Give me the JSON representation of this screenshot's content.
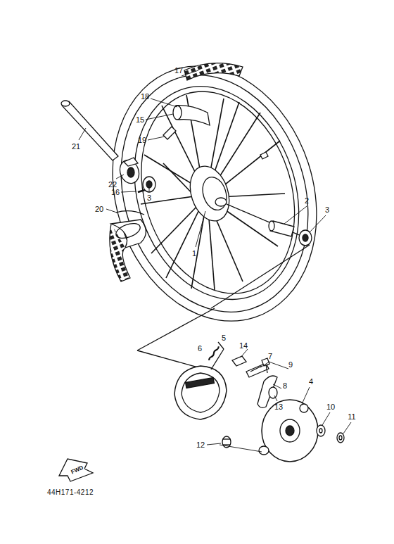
{
  "diagram": {
    "labels": [
      "17",
      "18",
      "15",
      "19",
      "21",
      "22",
      "3",
      "16",
      "20",
      "1",
      "2",
      "3",
      "6",
      "5",
      "14",
      "7",
      "9",
      "8",
      "13",
      "4",
      "10",
      "11",
      "12",
      "FWD",
      "44H171-4212"
    ]
  }
}
